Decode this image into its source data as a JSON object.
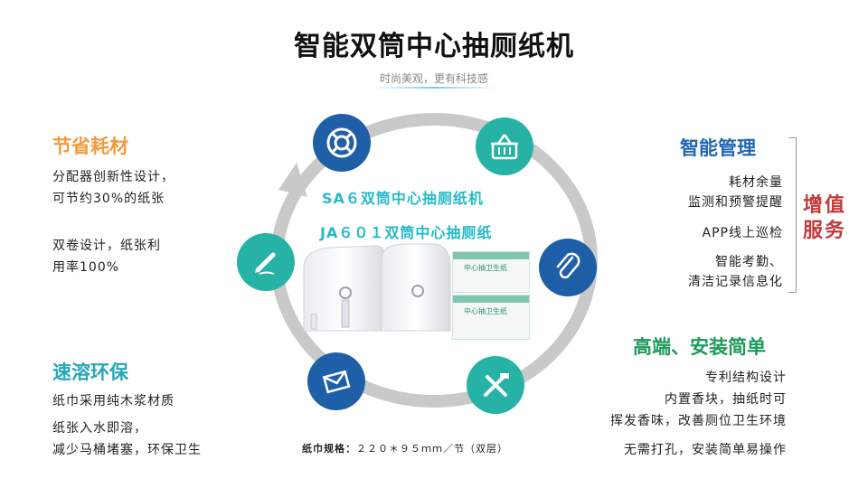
{
  "title": "智能双筒中心抽厕纸机",
  "subtitle": "时尚美观，更有科技感",
  "features": {
    "save": {
      "heading": "节省耗材",
      "lines": [
        "分配器创新性设计，",
        "可节约30%的纸张",
        "双卷设计，纸张利",
        "用率100%"
      ]
    },
    "eco": {
      "heading": "速溶环保",
      "lines": [
        "纸巾采用纯木浆材质",
        "纸张入水即溶，",
        "减少马桶堵塞，环保卫生"
      ]
    },
    "smart": {
      "heading": "智能管理",
      "lines": [
        "耗材余量",
        "监测和预警提醒",
        "APP线上巡检",
        "智能考勤、",
        "清洁记录信息化"
      ]
    },
    "install": {
      "heading": "高端、安装简单",
      "lines": [
        "专利结构设计",
        "内置香块，抽纸时可",
        "挥发香味，改善厕位卫生环境",
        "无需打孔，安装简单易操作"
      ]
    }
  },
  "value_added": [
    "增值",
    "服务"
  ],
  "product": {
    "model_machine": "SA６双筒中心抽厕纸机",
    "model_paper": "JA６０１双筒中心抽厕纸",
    "roll_label": "中心抽卫生纸",
    "spec_label": "纸巾规格：",
    "spec_value": "２２０＊９５ｍｍ／节（双层）"
  },
  "icons": [
    "lifebuoy-icon",
    "basket-icon",
    "paperclip-icon",
    "toolbox-icon",
    "envelope-icon",
    "pencil-icon"
  ],
  "colors": {
    "orange": "#f39a3c",
    "teal": "#26b3a6",
    "navy": "#1f5fa8",
    "green": "#1e9a5b",
    "red": "#c23b3b",
    "cyan_text": "#26b9c9"
  }
}
